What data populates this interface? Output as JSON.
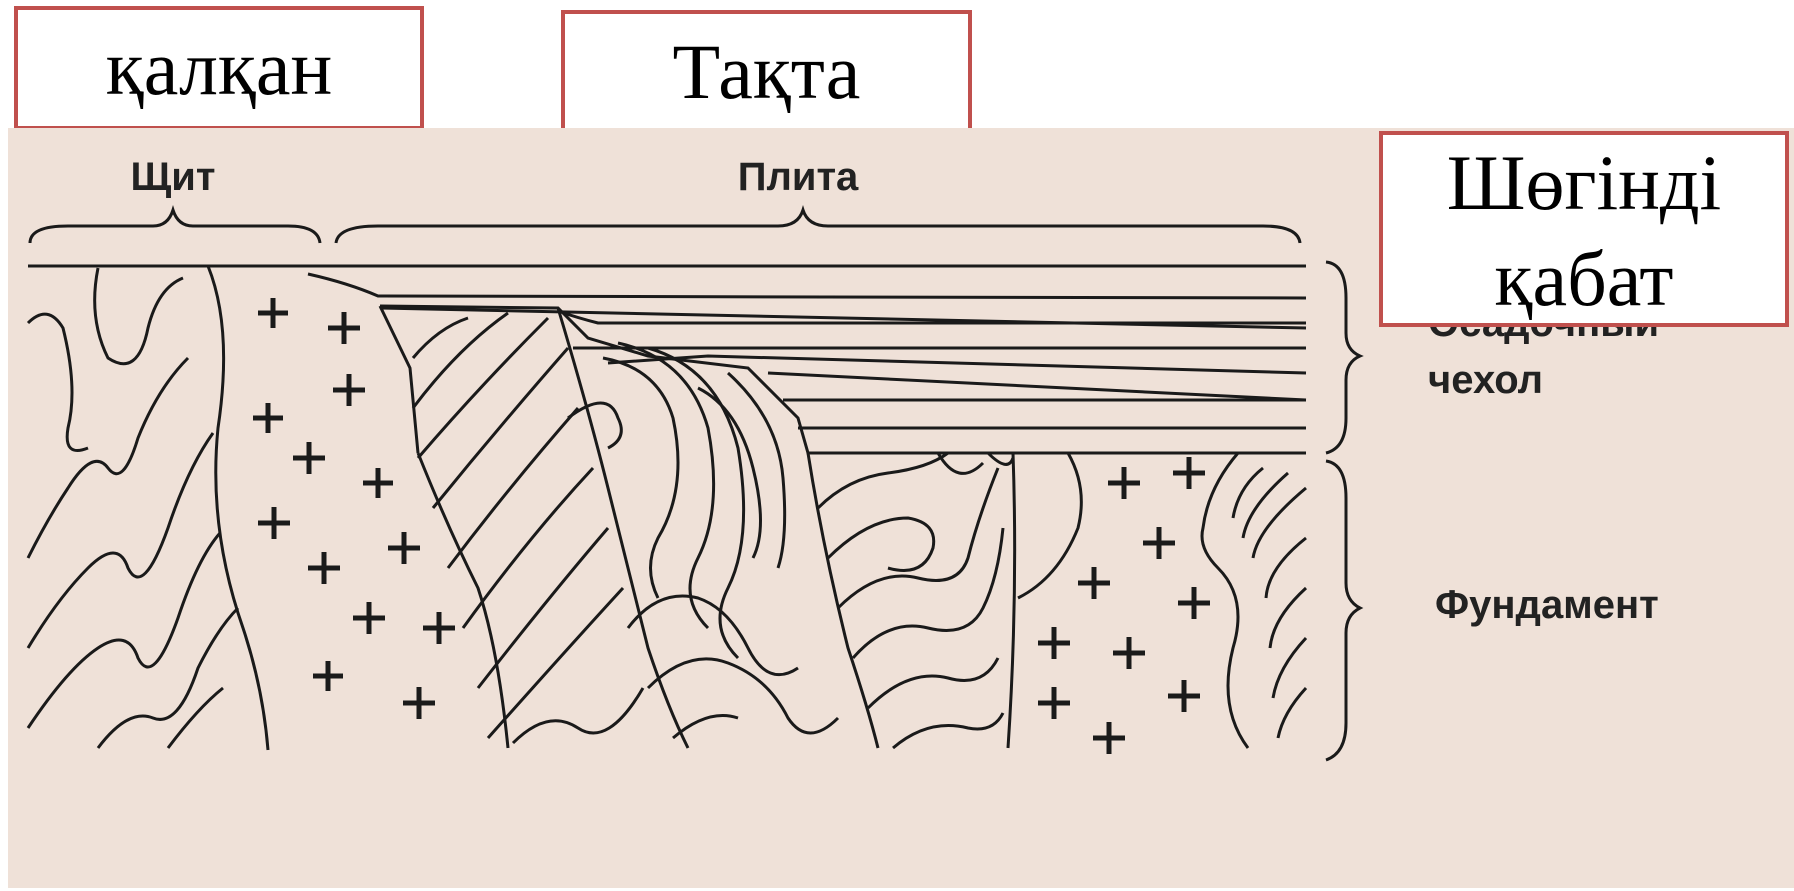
{
  "translations": {
    "shield": "қалқан",
    "plate": "Тақта",
    "sediment_line1": "Шөгінді",
    "sediment_line2": "қабат"
  },
  "diagram": {
    "top_labels": {
      "shield": "Щит",
      "plate": "Плита"
    },
    "side_labels": {
      "cover_line1": "Осадочный",
      "cover_line2": "чехол",
      "basement": "Фундамент"
    },
    "colors": {
      "background": "#efe1d8",
      "stroke": "#1a1a1a",
      "box_border": "#c0504d"
    }
  }
}
